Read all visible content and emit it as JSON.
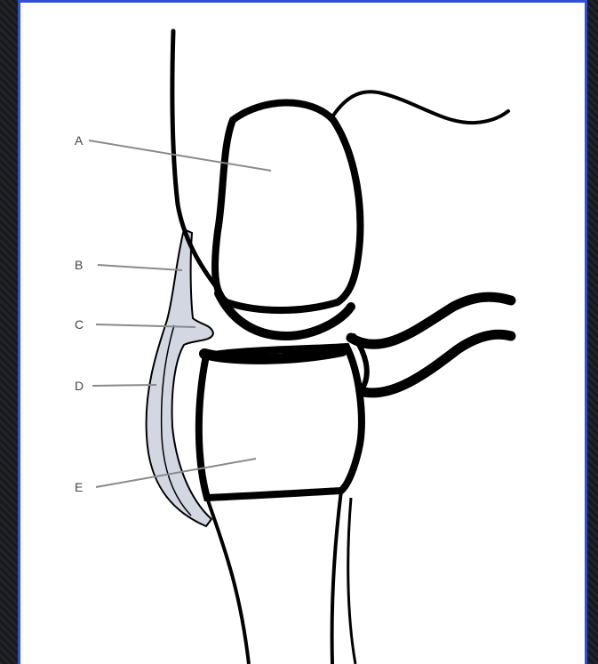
{
  "diagram": {
    "labels": {
      "a": "A",
      "b": "B",
      "c": "C",
      "d": "D",
      "e": "E"
    },
    "colors": {
      "frame_border": "#2f4fd6",
      "ink": "#000000",
      "highlight_fill": "#d3d7e2",
      "leader_line": "#8a8a8a"
    }
  }
}
